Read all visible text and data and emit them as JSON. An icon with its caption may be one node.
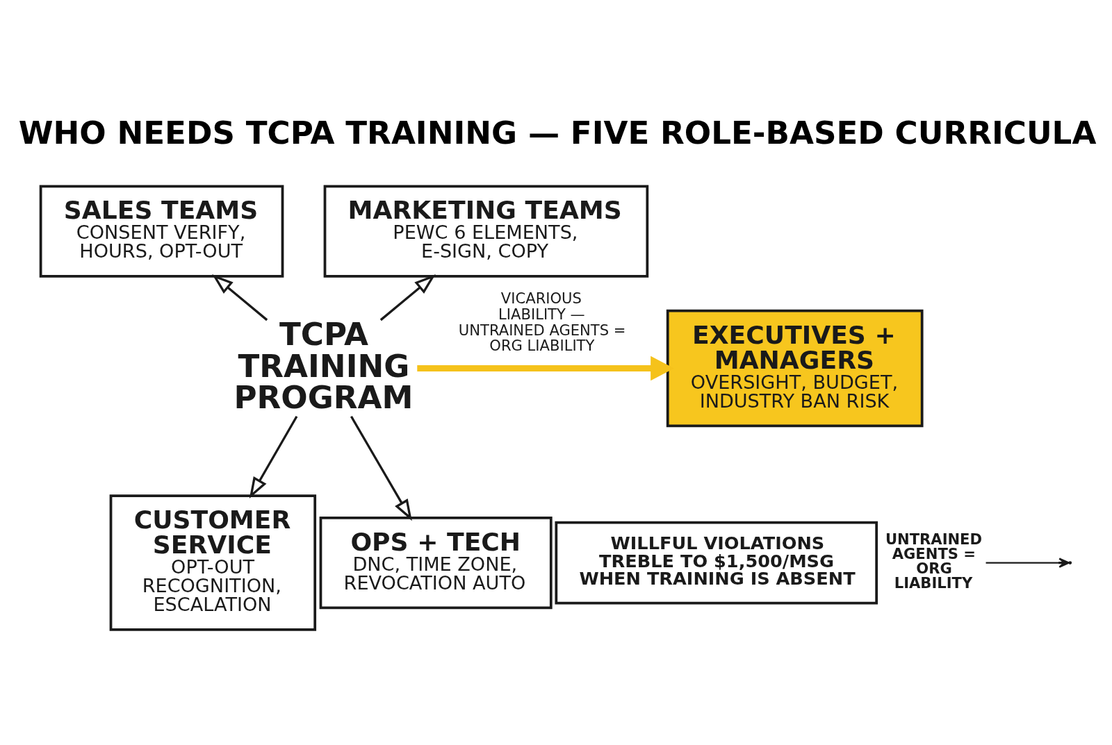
{
  "diagram": {
    "title": "WHO NEEDS TCPA TRAINING — FIVE ROLE-BASED CURRICULA",
    "nodes": [
      {
        "text": [
          "TCPA TRAINING PROGRAM"
        ]
      },
      {
        "text": [
          "SALES TEAMS",
          "CONSENT VERIFY, HOURS, OPT-OUT"
        ]
      },
      {
        "text": [
          "MARKETING TEAMS",
          "PEWC 6 ELEMENTS, E-SIGN, COPY"
        ]
      },
      {
        "text": [
          "EXECUTIVES + MANAGERS",
          "OVERSIGHT, BUDGET, INDUSTRY BAN RISK"
        ]
      },
      {
        "text": [
          "CUSTOMER SERVICE",
          "OPT-OUT RECOGNITION, ESCALATION"
        ]
      },
      {
        "text": [
          "OPS + TECH",
          "DNC, TIME ZONE, REVOCATION AUTO"
        ]
      },
      {
        "text": [
          "WILLFUL VIOLATIONS TREBLE TO $1,500/MSG WHEN TRAINING IS ABSENT"
        ]
      },
      {
        "text": [
          "UNTRAINED AGENTS = ORG LIABILITY"
        ]
      }
    ],
    "edges": [
      {
        "from": 0,
        "to": 1,
        "arrow": "to"
      },
      {
        "from": 0,
        "to": 2,
        "arrow": "to"
      },
      {
        "from": 0,
        "to": 3,
        "arrow": "to",
        "label": "VICARIOUS LIABILITY — UNTRAINED AGENTS = ORG LIABILITY",
        "style": "thick",
        "color": "#f5c21b"
      },
      {
        "from": 0,
        "to": 4,
        "arrow": "to"
      },
      {
        "from": 0,
        "to": 5,
        "arrow": "to"
      },
      {
        "from": 7,
        "to": null,
        "arrow": "to"
      }
    ]
  }
}
